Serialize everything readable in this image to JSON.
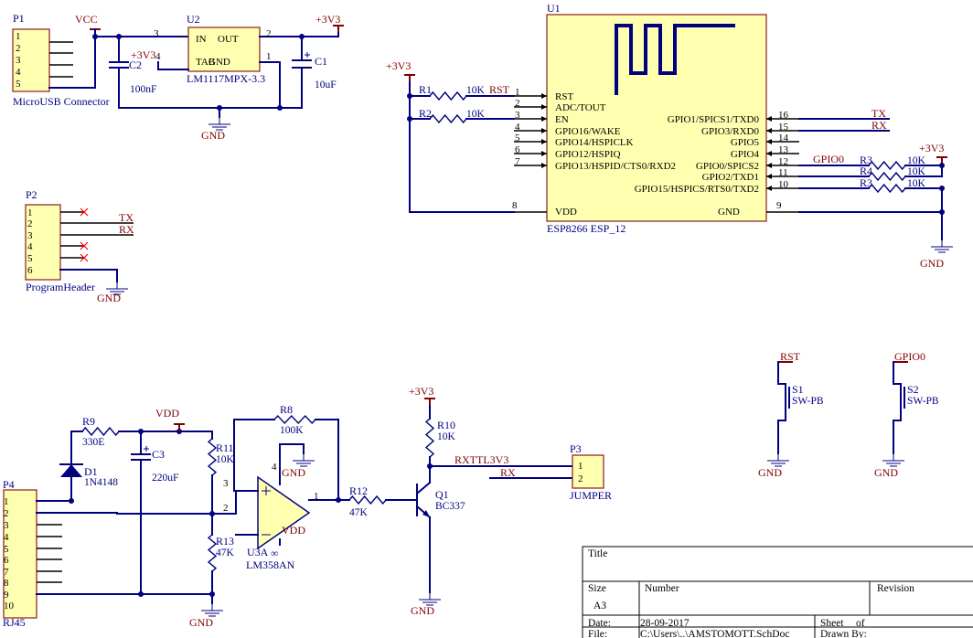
{
  "title_block": {
    "title_label": "Title",
    "size_label": "Size",
    "size_value": "A3",
    "number_label": "Number",
    "revision_label": "Revision",
    "date_label": "Date:",
    "date_value": "28-09-2017",
    "sheet_label": "Sheet",
    "of_label": "of",
    "file_label": "File:",
    "file_value": "C:\\Users\\..\\AMSTOMOTT.SchDoc",
    "drawn_label": "Drawn By:"
  },
  "p1": {
    "designator": "P1",
    "name": "MicroUSB Connector",
    "pins": [
      "1",
      "2",
      "3",
      "4",
      "5"
    ]
  },
  "vcc": "VCC",
  "u2": {
    "designator": "U2",
    "name": "LM1117MPX-3.3",
    "pin_in": "IN",
    "pin_out": "OUT",
    "pin_tab": "TAB",
    "pin_gnd": "GND",
    "pin3": "3",
    "pin2": "2",
    "pin4": "4",
    "pin1": "1"
  },
  "c2": {
    "designator": "C2",
    "value": "100nF"
  },
  "c1": {
    "designator": "C1",
    "value": "10uF"
  },
  "v33": "+3V3",
  "gnd": "GND",
  "u1": {
    "designator": "U1",
    "name": "ESP8266 ESP_12",
    "left_pins": [
      {
        "num": "1",
        "label": "RST"
      },
      {
        "num": "2",
        "label": "ADC/TOUT"
      },
      {
        "num": "3",
        "label": "EN"
      },
      {
        "num": "4",
        "label": "GPIO16/WAKE"
      },
      {
        "num": "5",
        "label": "GPIO14/HSPICLK"
      },
      {
        "num": "6",
        "label": "GPIO12/HSPIQ"
      },
      {
        "num": "7",
        "label": "GPIO13/HSPID/CTS0/RXD2"
      }
    ],
    "right_pins": [
      {
        "num": "16",
        "label": "GPIO1/SPICS1/TXD0"
      },
      {
        "num": "15",
        "label": "GPIO3/RXD0"
      },
      {
        "num": "14",
        "label": "GPIO5"
      },
      {
        "num": "13",
        "label": "GPIO4"
      },
      {
        "num": "12",
        "label": "GPIO0/SPICS2"
      },
      {
        "num": "11",
        "label": "GPIO2/TXD1"
      },
      {
        "num": "10",
        "label": "GPIO15/HSPICS/RTS0/TXD2"
      }
    ],
    "vdd_num": "8",
    "vdd_label": "VDD",
    "gnd_num": "9",
    "gnd_label": "GND"
  },
  "r1": {
    "designator": "R1",
    "value": "10K"
  },
  "r2": {
    "designator": "R2",
    "value": "10K"
  },
  "r3a": {
    "designator": "R3",
    "value": "10K"
  },
  "r4": {
    "designator": "R4",
    "value": "10K"
  },
  "r3b": {
    "designator": "R3",
    "value": "10K"
  },
  "nets": {
    "rst": "RST",
    "tx": "TX",
    "rx": "RX",
    "gpio0": "GPIO0",
    "rxttl": "RXTTL3V3",
    "vdd": "VDD"
  },
  "p2": {
    "designator": "P2",
    "name": "ProgramHeader",
    "pins": [
      "1",
      "2",
      "3",
      "4",
      "5",
      "6"
    ]
  },
  "s1": {
    "designator": "S1",
    "value": "SW-PB"
  },
  "s2": {
    "designator": "S2",
    "value": "SW-PB"
  },
  "p4": {
    "designator": "P4",
    "name": "RJ45",
    "pins": [
      "1",
      "2",
      "3",
      "4",
      "5",
      "6",
      "7",
      "8",
      "9",
      "10"
    ]
  },
  "r9": {
    "designator": "R9",
    "value": "330E"
  },
  "d1": {
    "designator": "D1",
    "value": "1N4148"
  },
  "c3": {
    "designator": "C3",
    "value": "220uF"
  },
  "r11": {
    "designator": "R11",
    "value": "10K"
  },
  "r13": {
    "designator": "R13",
    "value": "47K"
  },
  "r8": {
    "designator": "R8",
    "value": "100K"
  },
  "u3": {
    "designator": "U3A",
    "name": "LM358AN",
    "pin3": "3",
    "pin2": "2",
    "pin1": "1",
    "pin4": "4",
    "inf": "∞"
  },
  "r12": {
    "designator": "R12",
    "value": "47K"
  },
  "r10": {
    "designator": "R10",
    "value": "10K"
  },
  "q1": {
    "designator": "Q1",
    "value": "BC337"
  },
  "p3": {
    "designator": "P3",
    "name": "JUMPER",
    "pins": [
      "1",
      "2"
    ]
  }
}
